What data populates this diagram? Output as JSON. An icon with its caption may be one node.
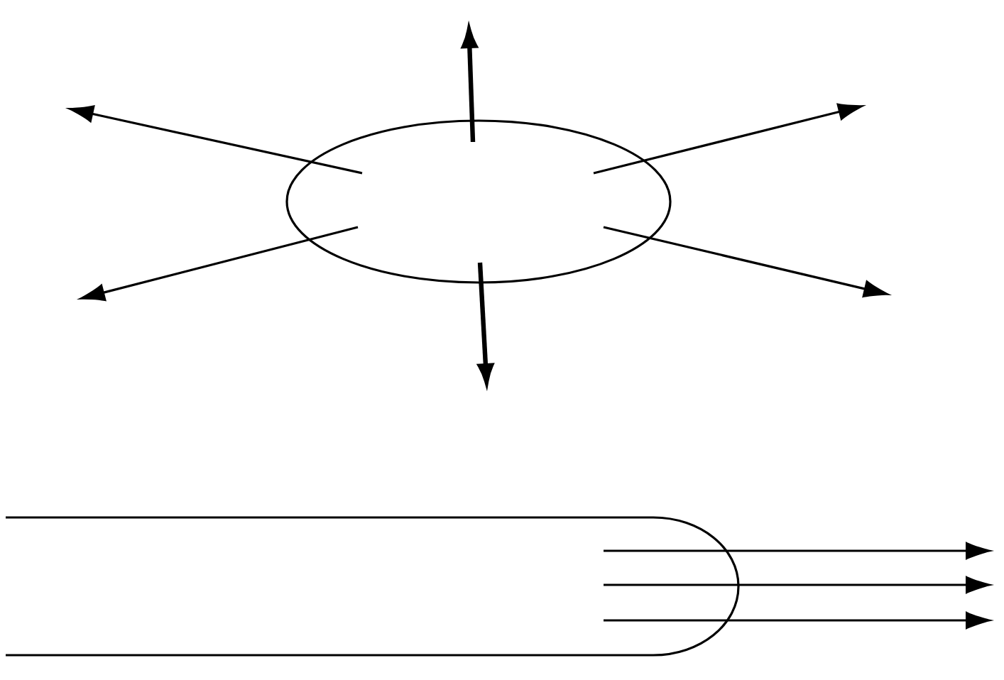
{
  "diagram": {
    "nodes": [
      {
        "text": [],
        "shape": "circle"
      },
      {
        "text": [],
        "shape": "box"
      }
    ],
    "edges": [
      {
        "from": 0,
        "to": null,
        "arrow": "to",
        "style": "thick"
      },
      {
        "from": 0,
        "to": null,
        "arrow": "to"
      },
      {
        "from": 0,
        "to": null,
        "arrow": "to"
      },
      {
        "from": 0,
        "to": null,
        "arrow": "to"
      },
      {
        "from": 0,
        "to": null,
        "arrow": "to"
      },
      {
        "from": 0,
        "to": null,
        "arrow": "to",
        "style": "thick"
      },
      {
        "from": 1,
        "to": null,
        "arrow": "to"
      },
      {
        "from": 1,
        "to": null,
        "arrow": "to"
      },
      {
        "from": 1,
        "to": null,
        "arrow": "to"
      }
    ]
  }
}
